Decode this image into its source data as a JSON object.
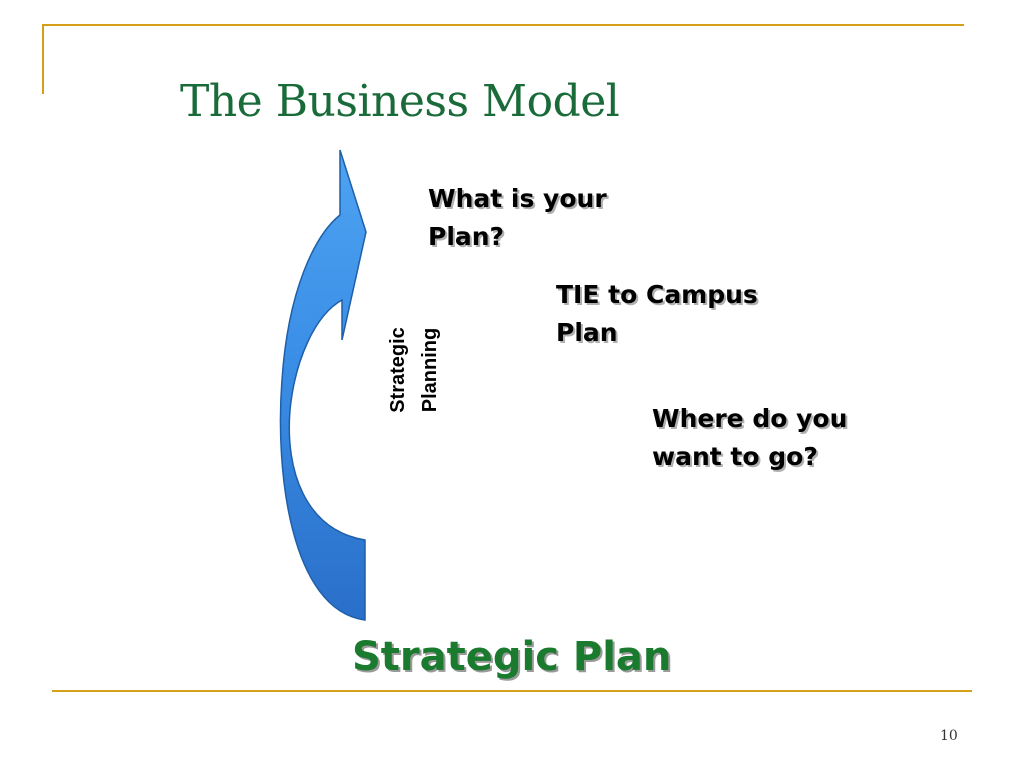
{
  "slide": {
    "title": "The Business Model",
    "arrow_label_line1": "Strategic",
    "arrow_label_line2": "Planning",
    "questions": [
      {
        "line1": "What is your",
        "line2": "Plan?"
      },
      {
        "line1": "TIE to Campus",
        "line2": "Plan"
      },
      {
        "line1": "Where do you",
        "line2": "want to go?"
      }
    ],
    "bottom_title": "Strategic Plan",
    "page_number": "10"
  },
  "colors": {
    "frame": "#d4a017",
    "title": "#1a6b3a",
    "bottom_title": "#1a7a2e",
    "arrow_light": "#5aa8f0",
    "arrow_dark": "#2a6fc9"
  }
}
